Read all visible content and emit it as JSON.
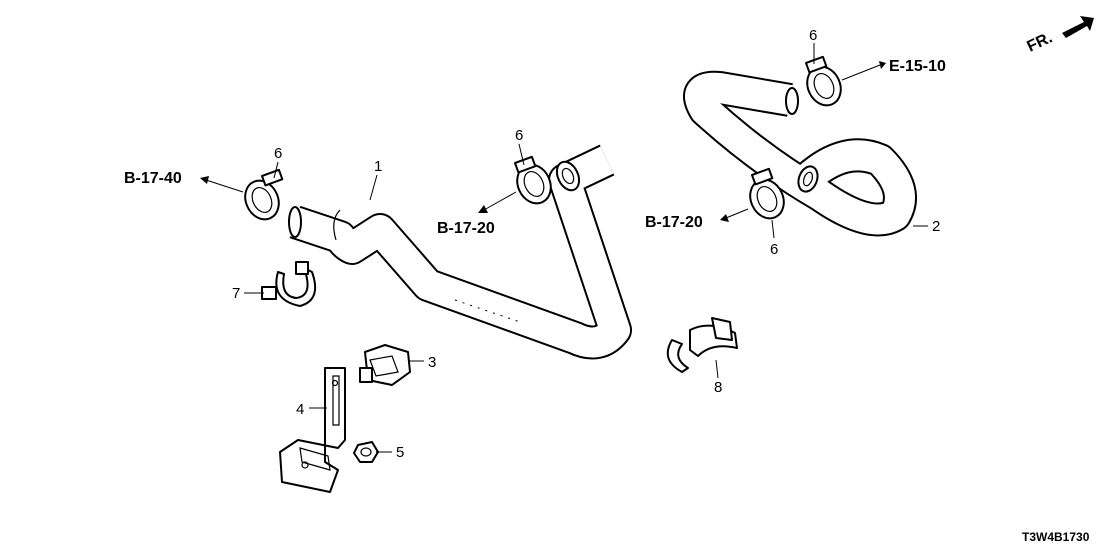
{
  "diagram": {
    "code": "T3W4B1730",
    "front_marker": "FR.",
    "callouts": [
      "1",
      "2",
      "3",
      "4",
      "5",
      "6",
      "6",
      "6",
      "6",
      "7",
      "8"
    ],
    "references": [
      "B-17-40",
      "B-17-20",
      "B-17-20",
      "E-15-10"
    ]
  }
}
